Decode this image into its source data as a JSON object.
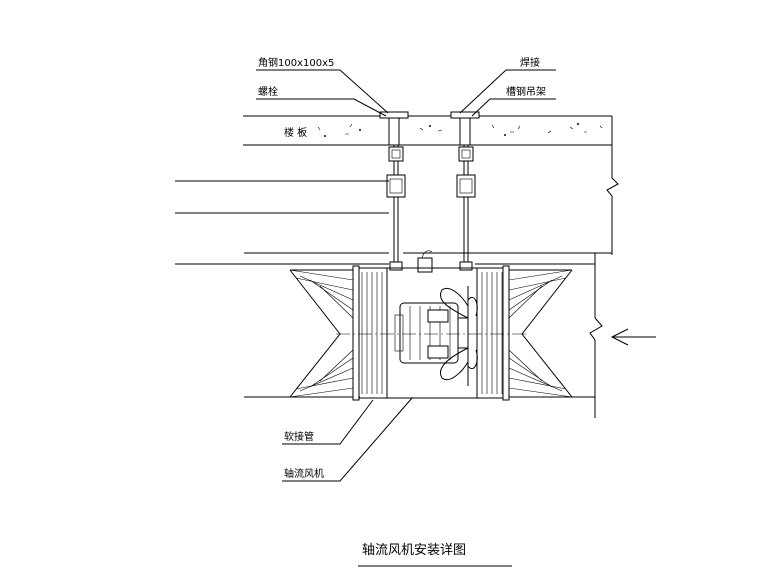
{
  "drawing": {
    "title": "轴流风机安装详图",
    "labels": {
      "angle_steel": "角钢100x100x5",
      "nut": "螺栓",
      "floor_slab": "楼  板",
      "weld": "焊接",
      "hanger": "槽钢吊架",
      "soft_joint": "软接管",
      "axial_fan": "轴流风机"
    },
    "colors": {
      "line": "#000000",
      "background": "#ffffff"
    }
  }
}
